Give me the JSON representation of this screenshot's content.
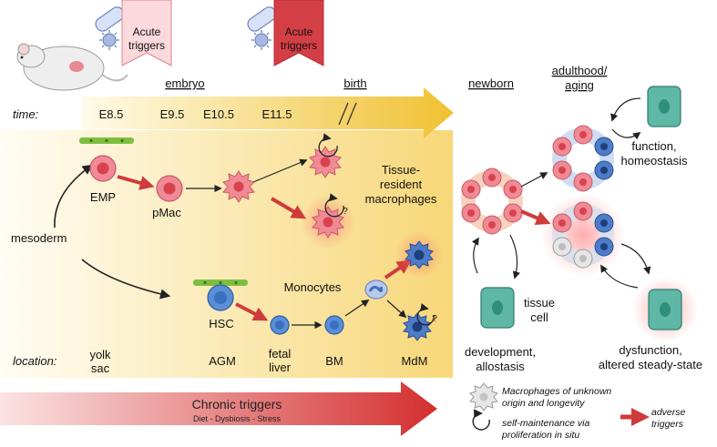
{
  "triggers": {
    "acute_label_1": "Acute",
    "acute_label_2": "triggers",
    "chronic_title": "Chronic triggers",
    "chronic_sub": "Diet - Dysbiosis - Stress"
  },
  "stages": {
    "embryo": "embryo",
    "birth": "birth",
    "newborn": "newborn",
    "adulthood_1": "adulthood/",
    "adulthood_2": "aging"
  },
  "time": {
    "label": "time:",
    "ticks": [
      "E8.5",
      "E9.5",
      "E10.5",
      "E11.5"
    ]
  },
  "location": {
    "label": "location:",
    "items": [
      {
        "line1": "yolk",
        "line2": "sac"
      },
      {
        "line1": "AGM",
        "line2": ""
      },
      {
        "line1": "fetal",
        "line2": "liver"
      },
      {
        "line1": "BM",
        "line2": ""
      },
      {
        "line1": "MdM",
        "line2": ""
      }
    ]
  },
  "cells": {
    "mesoderm": "mesoderm",
    "emp": "EMP",
    "pmac": "pMac",
    "hsc": "HSC",
    "monocytes": "Monocytes",
    "trm_1": "Tissue-",
    "trm_2": "resident",
    "trm_3": "macrophages",
    "question": "?"
  },
  "right_panel": {
    "function_1": "function,",
    "function_2": "homeostasis",
    "tissue_1": "tissue",
    "tissue_2": "cell",
    "development_1": "development,",
    "development_2": "allostasis",
    "dysfunction_1": "dysfunction,",
    "dysfunction_2": "altered steady-state"
  },
  "legend": {
    "unknown_1": "Macrophages of unknown",
    "unknown_2": "origin and longevity",
    "self_1": "self-maintenance via",
    "self_2": "proliferation in situ",
    "adverse_1": "adverse",
    "adverse_2": "triggers"
  },
  "colors": {
    "macrophage": "#f08a95",
    "monocyte": "#5a8fd6",
    "tissue_cell": "#5fb8a6",
    "adverse": "#d43c3c",
    "timeline": "#f2c23e"
  }
}
